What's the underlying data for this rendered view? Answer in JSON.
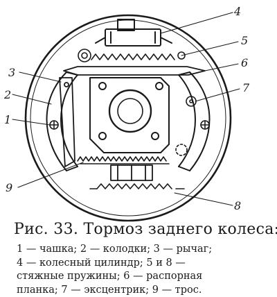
{
  "figure": {
    "labels": {
      "l1": "1",
      "l2": "2",
      "l3": "3",
      "l4": "4",
      "l5": "5",
      "l6": "6",
      "l7": "7",
      "l8": "8",
      "l9": "9"
    }
  },
  "caption": {
    "title": "Рис. 33. Тормоз заднего колеса:",
    "lines": [
      "1 — чашка; 2 — колодки; 3 — рычаг;",
      "4 — колесный цилиндр; 5 и 8 —",
      "стяжные пружины; 6 — распорная",
      "планка; 7 — эксцентрик; 9 — трос."
    ]
  },
  "colors": {
    "ink": "#1a1a1a",
    "paper": "#ffffff"
  }
}
